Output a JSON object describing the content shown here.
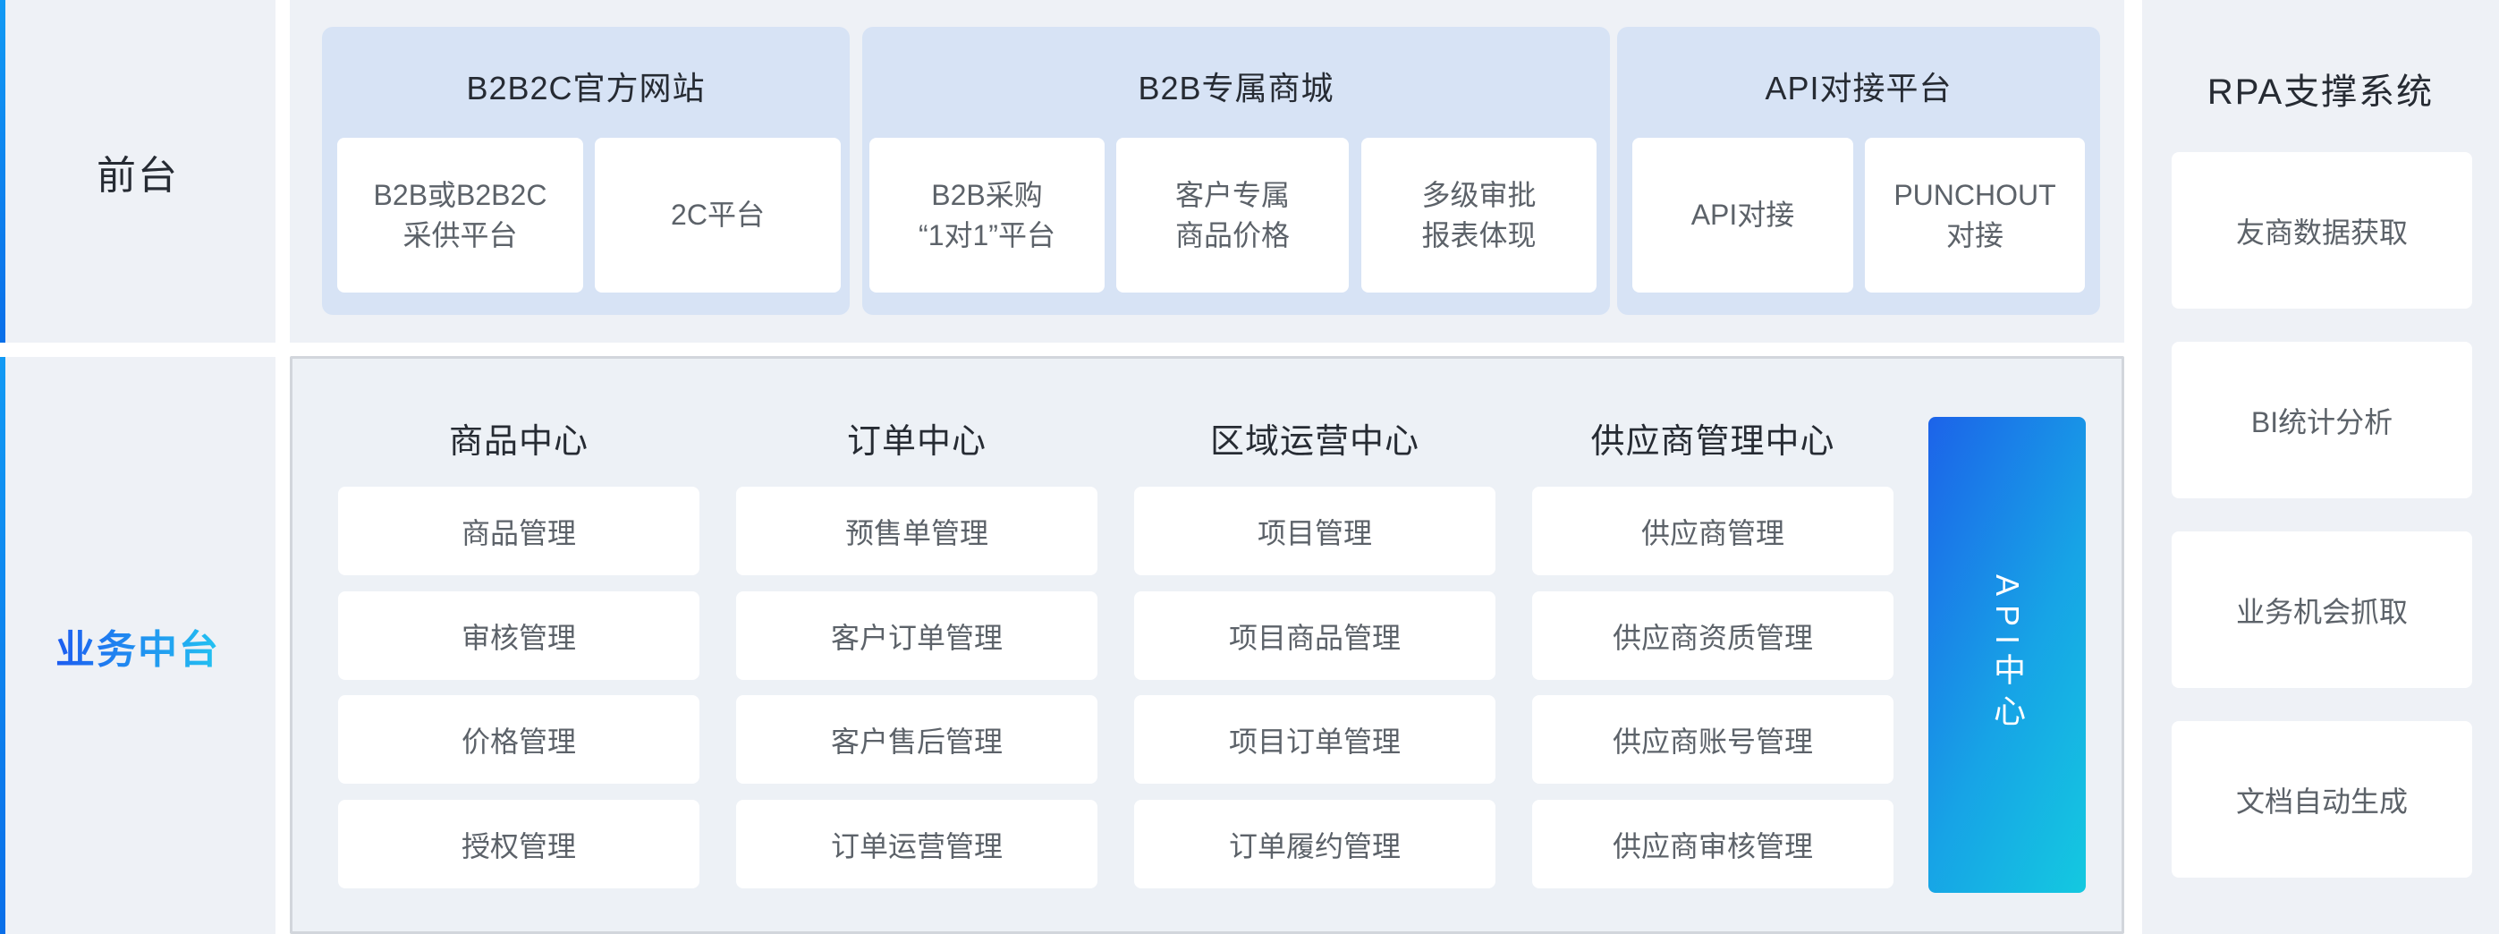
{
  "labels": {
    "front": "前台",
    "middle": "业务中台"
  },
  "front": {
    "groups": [
      {
        "title": "B2B2C官方网站",
        "items": [
          {
            "lines": [
              "B2B或B2B2C",
              "采供平台"
            ]
          },
          {
            "lines": [
              "2C平台"
            ]
          }
        ]
      },
      {
        "title": "B2B专属商城",
        "items": [
          {
            "lines": [
              "B2B采购",
              "“1对1”平台"
            ]
          },
          {
            "lines": [
              "客户专属",
              "商品价格"
            ]
          },
          {
            "lines": [
              "多级审批",
              "报表体现"
            ]
          }
        ]
      },
      {
        "title": "API对接平台",
        "items": [
          {
            "lines": [
              "API对接"
            ]
          },
          {
            "lines": [
              "PUNCHOUT",
              "对接"
            ]
          }
        ]
      }
    ]
  },
  "middle": {
    "api_center_label": "API中心",
    "columns": [
      {
        "title": "商品中心",
        "items": [
          "商品管理",
          "审核管理",
          "价格管理",
          "授权管理"
        ]
      },
      {
        "title": "订单中心",
        "items": [
          "预售单管理",
          "客户订单管理",
          "客户售后管理",
          "订单运营管理"
        ]
      },
      {
        "title": "区域运营中心",
        "items": [
          "项目管理",
          "项目商品管理",
          "项目订单管理",
          "订单履约管理"
        ]
      },
      {
        "title": "供应商管理中心",
        "items": [
          "供应商管理",
          "供应商资质管理",
          "供应商账号管理",
          "供应商审核管理"
        ]
      }
    ]
  },
  "rpa": {
    "title": "RPA支撑系统",
    "items": [
      "友商数据获取",
      "BI统计分析",
      "业务机会抓取",
      "文档自动生成"
    ]
  },
  "colors": {
    "page_bg": "#ffffff",
    "panel_bg": "#eef1f6",
    "group_header_bg": "#d7e3f5",
    "card_bg": "#ffffff",
    "panel_border": "#d2d6dc",
    "accent_bar_top": "#129af4",
    "accent_bar_bottom": "#0a6fe9",
    "biz_label_gradient_start": "#1d5cf0",
    "biz_label_gradient_end": "#23c3f1",
    "api_bar_gradient_start": "#1c63e9",
    "api_bar_gradient_end": "#14c9e0",
    "title_text": "#262b33",
    "body_text": "#5c6269"
  }
}
